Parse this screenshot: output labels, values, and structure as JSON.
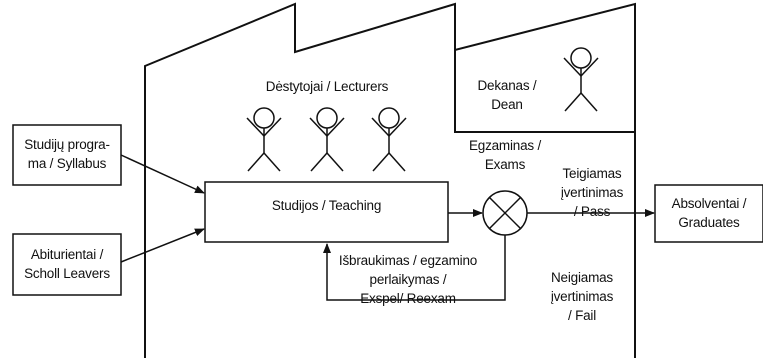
{
  "labels": {
    "lecturers": "Dėstytojai / Lecturers",
    "dean": [
      "Dekanas /",
      "Dean"
    ],
    "syllabus": [
      "Studijų progra-",
      "ma / Syllabus"
    ],
    "school_leavers": [
      "Abiturientai /",
      "Scholl Leavers"
    ],
    "teaching": "Studijos / Teaching",
    "exams": [
      "Egzaminas /",
      "Exams"
    ],
    "pass": [
      "Teigiamas",
      "įvertinimas",
      "/ Pass"
    ],
    "graduates": [
      "Absolventai /",
      "Graduates"
    ],
    "fail": [
      "Neigiamas",
      "įvertinimas",
      "/ Fail"
    ],
    "reexam": [
      "Išbraukimas / egzamino",
      "perlaikymas /",
      "Exspel/ Reexam"
    ]
  },
  "colors": {
    "stroke": "#111111",
    "background": "#ffffff"
  }
}
